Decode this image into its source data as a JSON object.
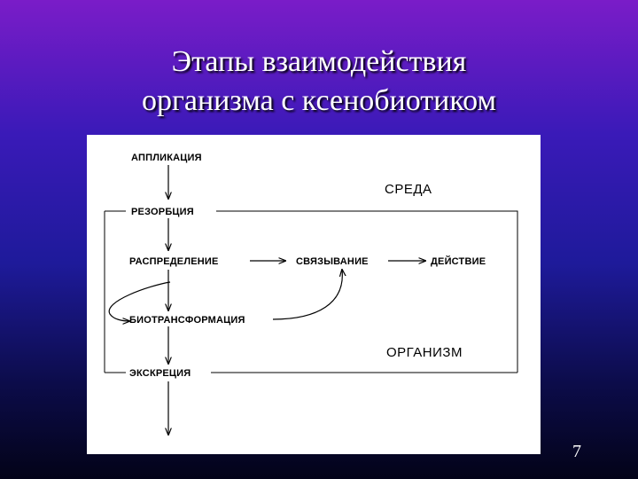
{
  "slide": {
    "title_line1": "Этапы взаимодействия",
    "title_line2": "организма с ксенобиотиком",
    "page_number": "7"
  },
  "diagram": {
    "nodes": {
      "application": "АППЛИКАЦИЯ",
      "resorption": "РЕЗОРБЦИЯ",
      "distribution": "РАСПРЕДЕЛЕНИЕ",
      "binding": "СВЯЗЫВАНИЕ",
      "action": "ДЕЙСТВИЕ",
      "biotransformation": "БИОТРАНСФОРМАЦИЯ",
      "excretion": "ЭКСКРЕЦИЯ"
    },
    "zones": {
      "environment": "СРЕДА",
      "organism": "ОРГАНИЗМ"
    }
  }
}
